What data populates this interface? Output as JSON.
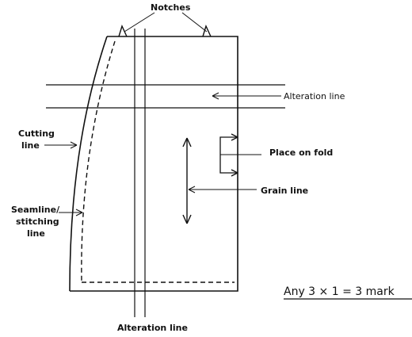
{
  "labels": {
    "notches": "Notches",
    "alteration_line_top": "Alteration line",
    "cutting_line_1": "Cutting",
    "cutting_line_2": "line",
    "place_on_fold": "Place on fold",
    "grain_line": "Grain line",
    "seamline_1": "Seamline/",
    "seamline_2": "stitching",
    "seamline_3": "line",
    "alteration_line_bottom": "Alteration line",
    "marks": "Any 3 × 1   = 3 mark"
  },
  "colors": {
    "ink": "#111111",
    "background": "#ffffff"
  }
}
